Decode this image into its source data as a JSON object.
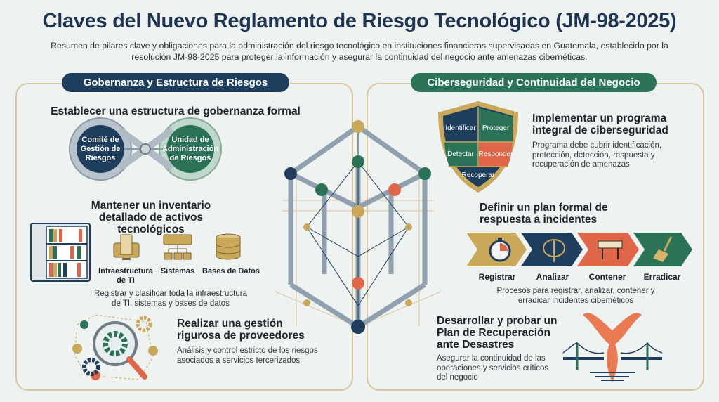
{
  "title": "Claves del Nuevo Reglamento de Riesgo Tecnológico (JM-98-2025)",
  "subtitle": "Resumen de pilares clave y obligaciones para la administración del riesgo tecnológico en instituciones financieras supervisadas en Guatemala, establecido por la resolución JM-98-2025 para proteger la información y asegurar la continuidad del negocio ante amenazas cibernéticas.",
  "left": {
    "header": "Gobernanza y Estructura de Riesgos",
    "governance": {
      "heading": "Establecer una estructura de gobernanza formal",
      "circle1": [
        "Comité de",
        "Gestión de",
        "Riesgos"
      ],
      "circle2": [
        "Unidad de",
        "Administración",
        "de Riesgos"
      ]
    },
    "inventory": {
      "heading": "Mantener un inventario detallado de activos tecnológicos",
      "items": [
        "Infraestructura de TI",
        "Sistemas",
        "Bases de Datos"
      ],
      "description": "Registrar y clasificar toda la infraestructura de TI, sistemas y bases de datos"
    },
    "vendors": {
      "heading": "Realizar una gestión rigurosa de proveedores",
      "description": "Análisis y control estricto de los riesgos asociados a servicios tercerizados"
    }
  },
  "right": {
    "header": "Ciberseguridad y Continuidad del Negocio",
    "cyber": {
      "shield": [
        "Identificar",
        "Proteger",
        "Detectar",
        "Responder",
        "Recoperar"
      ],
      "heading": "Implementar un programa integral de ciberseguridad",
      "description": "Programa debe cubrir identificación, protección, detección, respuesta y recuperación de amenazas"
    },
    "incident": {
      "heading": "Definir un plan formal de respuesta a incidentes",
      "steps": [
        "Registrar",
        "Analizar",
        "Contener",
        "Erradicar"
      ],
      "description": "Procesos para registrar, analizar, contener y erradicar incidentes cibeméticos"
    },
    "drp": {
      "heading": "Desarrollar y probar un Plan de Recuperación ante Desastres",
      "description": "Asegurar la continuidad de las operaciones y servicios críticos del negocio"
    }
  },
  "colors": {
    "navy": "#1d3d5c",
    "green": "#2b7356",
    "gold": "#c9a85a",
    "coral": "#e0664a"
  }
}
